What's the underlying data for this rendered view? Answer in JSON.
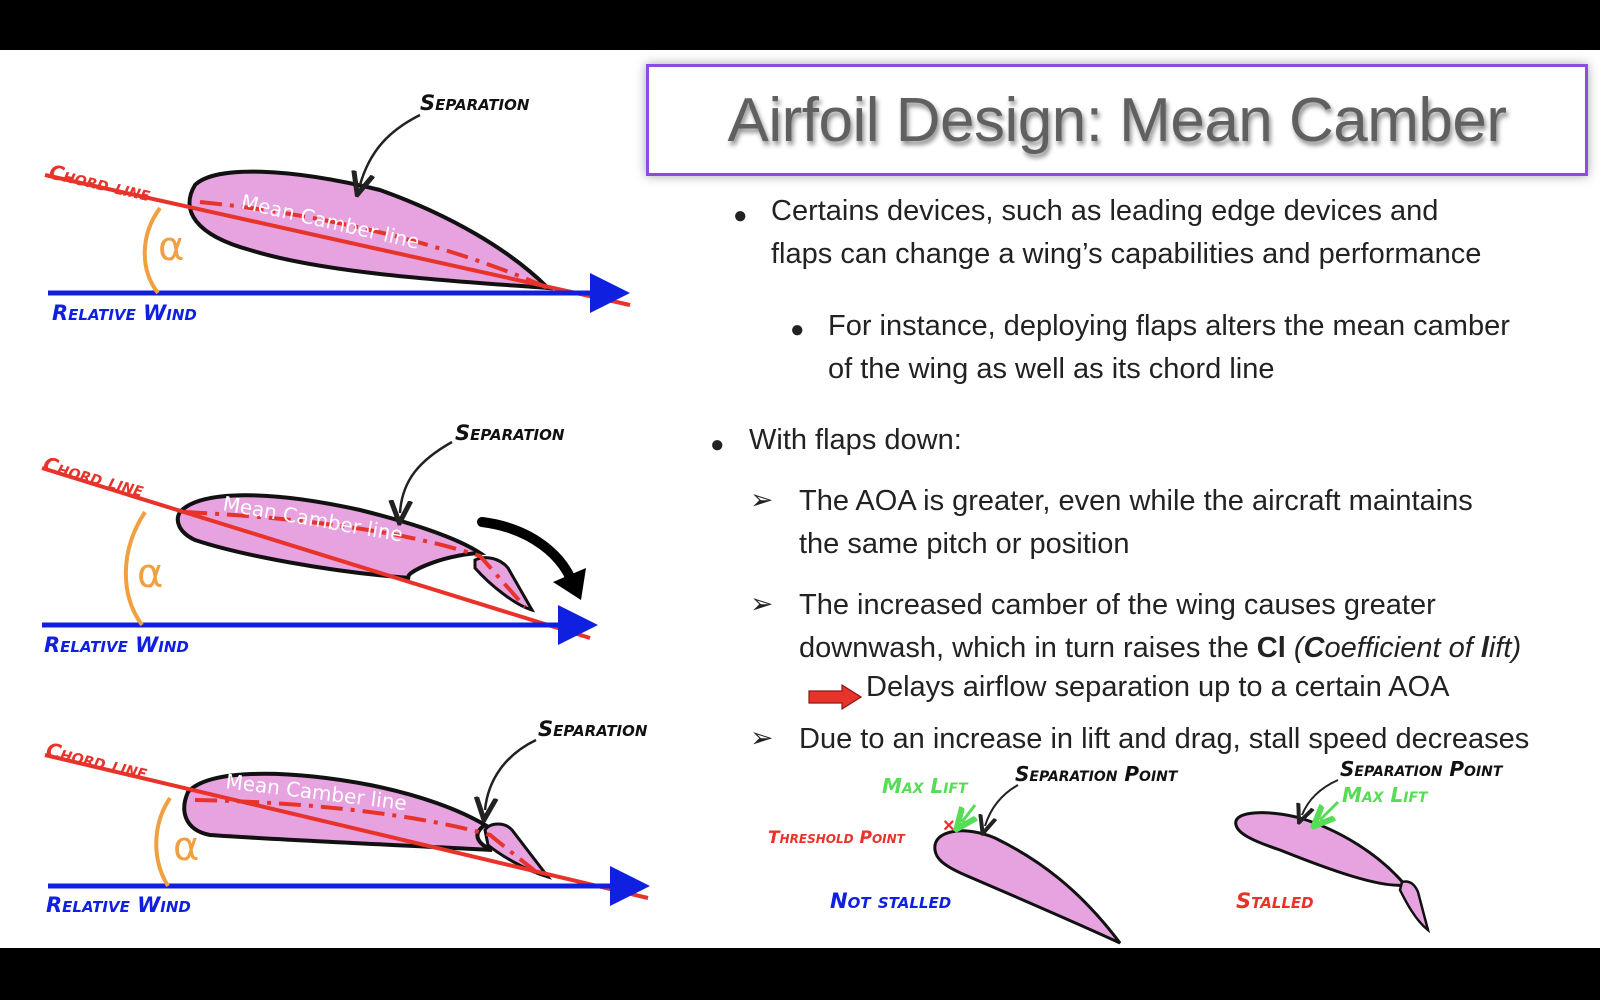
{
  "title": "Airfoil Design: Mean Camber",
  "bullets": {
    "b1_line1": "Certains devices, such as leading edge devices and",
    "b1_line2": "flaps can change a wing’s capabilities and performance",
    "b1a_line1": "For instance, deploying flaps alters the mean camber",
    "b1a_line2": "of the wing as well as its chord line",
    "b2": "With flaps down:",
    "s1_line1": "The AOA is greater, even while the aircraft maintains",
    "s1_line2": "the same pitch or position",
    "s2_line1": "The increased camber of the wing causes greater",
    "s2_line2_a": "downwash, which in turn raises the ",
    "s2_line2_b": "Cl",
    "s2_line2_c": " (",
    "s2_line2_d": "C",
    "s2_line2_e": "oefficient of ",
    "s2_line2_f": "l",
    "s2_line2_g": "ift)",
    "s2_line3": "Delays airflow separation up to a certain AOA",
    "s3": "Due to an increase in lift and drag, stall speed decreases"
  },
  "diagrams": {
    "separation": "Separation",
    "chord_line": "Chord line",
    "relative_wind": "Relative Wind",
    "mean_camber_line": "Mean Camber line",
    "alpha": "α"
  },
  "stall_diagrams": {
    "max_lift": "Max Lift",
    "separation_point": "Separation Point",
    "threshold_point": "Threshold Point",
    "not_stalled": "Not stalled",
    "stalled": "Stalled"
  },
  "colors": {
    "accent_border": "#8e4be3",
    "chord": "#e8332a",
    "wind": "#1020e0",
    "airfoil_fill": "#e7a3e0",
    "alpha": "#f0a040",
    "max_lift": "#55dd55"
  }
}
